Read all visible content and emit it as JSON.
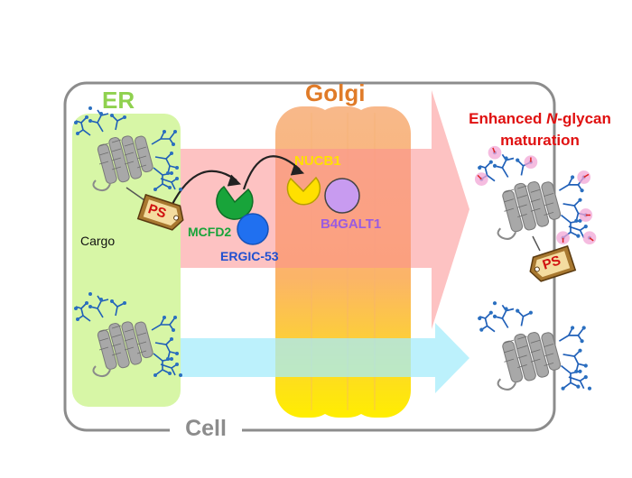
{
  "labels": {
    "er": "ER",
    "golgi": "Golgi",
    "cell": "Cell",
    "cargo": "Cargo",
    "ps_tag_top": "PS",
    "ps_tag_right": "PS",
    "mcfd2": "MCFD2",
    "ergic53": "ERGIC-53",
    "nucb1": "NUCB1",
    "b4galt1": "B4GALT1",
    "result_line1_prefix": "Enhanced ",
    "result_line1_italic": "N",
    "result_line1_suffix": "-glycan",
    "result_line2": "maturation"
  },
  "colors": {
    "er": "#8fd14f",
    "er_fill": "#d6f5a8",
    "golgi_label": "#e07b28",
    "golgi_top": "#f7b183",
    "golgi_bottom": "#ffee00",
    "cell_border": "#888888",
    "pink_arrow": "#fa8a8a",
    "cyan_arrow": "#a9f0fb",
    "mcfd2": "#18a43a",
    "ergic53": "#2070f0",
    "nucb1": "#ffe000",
    "b4galt1": "#c89bf0",
    "result_text": "#e01010",
    "glycan": "#2a6fc0",
    "protein": "#8a8a8a",
    "tag_fill": "#f0d8a0",
    "tag_text": "#d01010"
  },
  "icons": [
    "protein-structure-icon",
    "ps-tag-icon",
    "curved-arrow-icon"
  ]
}
